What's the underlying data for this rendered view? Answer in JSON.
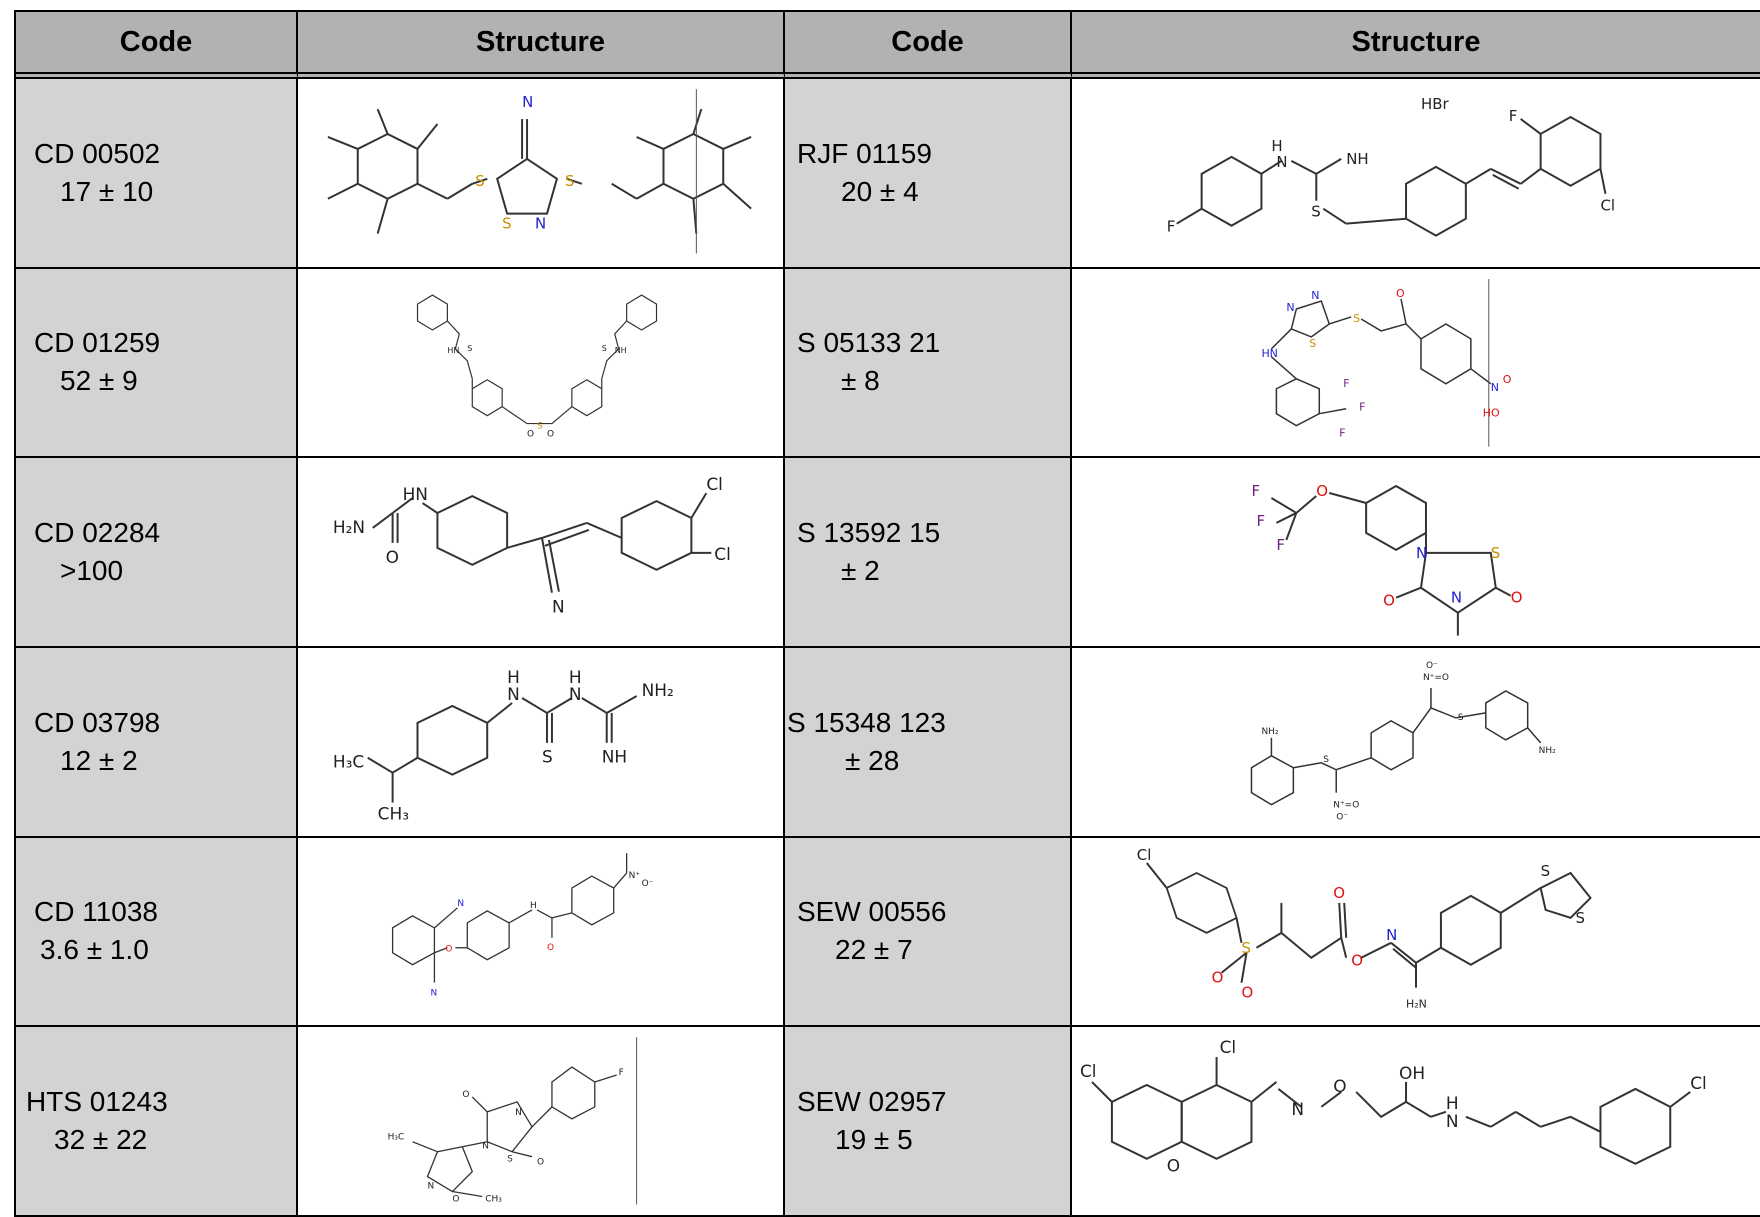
{
  "headers": [
    "Code",
    "Structure",
    "Code",
    "Structure"
  ],
  "rows": [
    {
      "left": {
        "code": "CD 00502",
        "value": "17 ± 10"
      },
      "right": {
        "code": "RJF 01159",
        "value": "20 ± 4"
      }
    },
    {
      "left": {
        "code": "CD 01259",
        "value": "52 ± 9"
      },
      "right": {
        "code": "S 05133 21",
        "value": "± 8"
      }
    },
    {
      "left": {
        "code": "CD 02284",
        "value": ">100"
      },
      "right": {
        "code": "S 13592 15",
        "value": "± 2"
      }
    },
    {
      "left": {
        "code": "CD 03798",
        "value": "12 ± 2"
      },
      "right": {
        "code": "S 15348 123",
        "value": "± 28"
      }
    },
    {
      "left": {
        "code": "CD 11038",
        "value": "3.6 ± 1.0"
      },
      "right": {
        "code": "SEW 00556",
        "value": "22 ± 7"
      }
    },
    {
      "left": {
        "code": "HTS 01243",
        "value": "32 ± 22"
      },
      "right": {
        "code": "SEW 02957",
        "value": "19 ± 5"
      }
    }
  ]
}
